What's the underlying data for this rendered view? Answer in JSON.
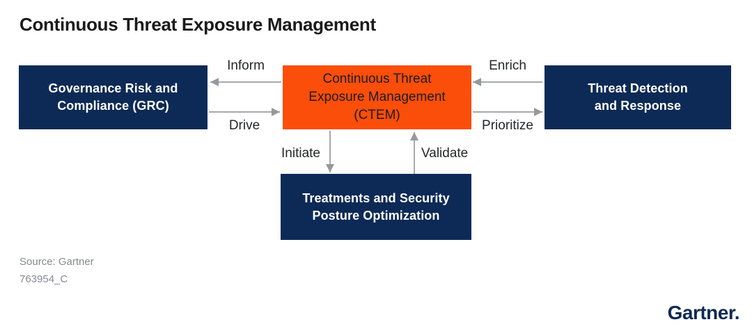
{
  "title": "Continuous Threat Exposure Management",
  "colors": {
    "navy": "#0d2a56",
    "orange": "#fa4e0a",
    "arrow_line": "#a6a8ab",
    "arrow_head": "#96989b",
    "title": "#1b1b1b",
    "label": "#242628",
    "source": "#86898f",
    "logo": "#0b2a55"
  },
  "boxes": {
    "grc": {
      "label": "Governance Risk and Compliance (GRC)",
      "lines": [
        "Governance Risk and",
        "Compliance (GRC)"
      ]
    },
    "ctem": {
      "label": "Continuous Threat Exposure Management (CTEM)",
      "lines": [
        "Continuous Threat",
        "Exposure Management",
        "(CTEM)"
      ]
    },
    "tdr": {
      "label": "Threat Detection and Response",
      "lines": [
        "Threat Detection",
        "and Response"
      ]
    },
    "tspo": {
      "label": "Treatments and Security Posture Optimization",
      "lines": [
        "Treatments and Security",
        "Posture Optimization"
      ]
    }
  },
  "arrows": {
    "inform": {
      "label": "Inform",
      "direction": "left",
      "from": "ctem",
      "to": "grc"
    },
    "drive": {
      "label": "Drive",
      "direction": "right",
      "from": "grc",
      "to": "ctem"
    },
    "enrich": {
      "label": "Enrich",
      "direction": "left",
      "from": "tdr",
      "to": "ctem"
    },
    "prioritize": {
      "label": "Prioritize",
      "direction": "right",
      "from": "ctem",
      "to": "tdr"
    },
    "initiate": {
      "label": "Initiate",
      "direction": "down",
      "from": "ctem",
      "to": "tspo"
    },
    "validate": {
      "label": "Validate",
      "direction": "up",
      "from": "tspo",
      "to": "ctem"
    }
  },
  "footer": {
    "source": "Source: Gartner",
    "doc_id": "763954_C",
    "logo_text": "Gartner."
  }
}
